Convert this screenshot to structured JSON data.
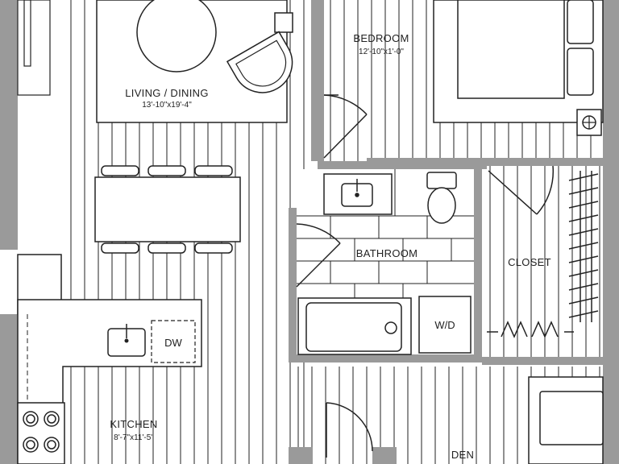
{
  "colors": {
    "wall": "#9a9a9a",
    "line": "#222222",
    "background": "#ffffff"
  },
  "rooms": {
    "living": {
      "name": "LIVING / DINING",
      "dims": "13'-10\"x19'-4\""
    },
    "bedroom": {
      "name": "BEDROOM",
      "dims": "12'-10\"x1'-0\""
    },
    "bathroom": {
      "name": "BATHROOM"
    },
    "closet": {
      "name": "CLOSET"
    },
    "kitchen": {
      "name": "KITCHEN",
      "dims": "8'-7\"x11'-5\""
    },
    "den": {
      "name": "DEN"
    }
  },
  "fixtures": {
    "dishwasher": "DW",
    "washer_dryer": "W/D"
  }
}
